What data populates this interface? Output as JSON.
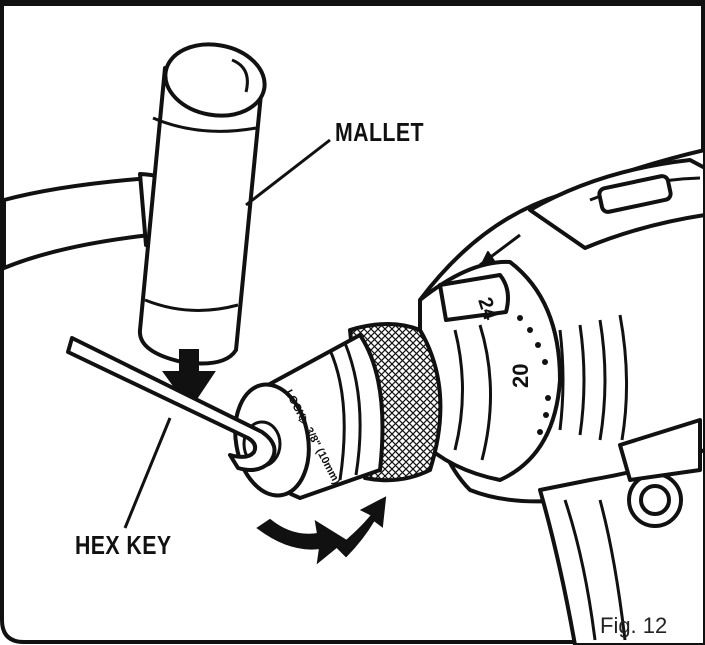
{
  "labels": {
    "mallet": "MALLET",
    "hex_key": "HEX KEY",
    "figure": "Fig. 12"
  },
  "drill": {
    "dial_top": "24",
    "dial_mid": "20",
    "chuck_ring": "LOCK▷ 3/8\" (10mm)"
  },
  "colors": {
    "line": "#111111",
    "fill": "#ffffff"
  }
}
